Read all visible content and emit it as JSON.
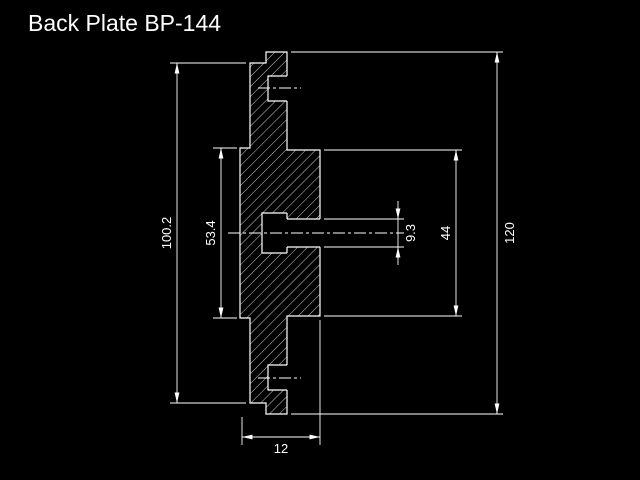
{
  "title": "Back Plate BP-144",
  "drawing": {
    "part_name": "Back Plate",
    "part_number": "BP-144",
    "view": "cross-section",
    "background_color": "#000000",
    "line_color": "#ffffff",
    "dimensions": {
      "front_recess_diameter": "100.2",
      "register_diameter": "53.4",
      "bore_diameter": "9.3",
      "hub_diameter": "44",
      "outer_diameter": "120",
      "flange_thickness": "12"
    }
  }
}
